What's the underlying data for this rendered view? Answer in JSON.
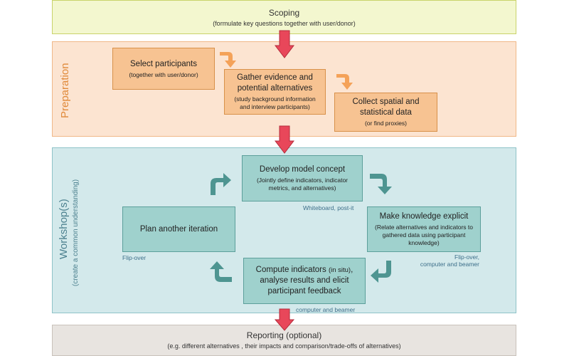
{
  "colors": {
    "scoping_fill": "#f3f7cf",
    "scoping_border": "#c9d36a",
    "preparation_fill": "#fce4d1",
    "preparation_border": "#f0b888",
    "preparation_text": "#e08a3a",
    "workshop_fill": "#d3e9eb",
    "workshop_border": "#8fc3c8",
    "workshop_text": "#4e8290",
    "reporting_fill": "#e8e4e0",
    "reporting_border": "#c9c2bb",
    "red_arrow": "#e8475a",
    "orange_arrow": "#f4a259",
    "teal_arrow": "#4e9591"
  },
  "scoping": {
    "title": "Scoping",
    "subtitle": "(formulate key questions together with user/donor)"
  },
  "preparation": {
    "label": "Preparation",
    "steps": [
      {
        "title": "Select participants",
        "subtitle": "(together with user/donor)"
      },
      {
        "title": "Gather evidence and\npotential alternatives",
        "subtitle": "(study background information\nand interview participants)"
      },
      {
        "title": "Collect spatial and\nstatistical data",
        "subtitle": "(or find proxies)"
      }
    ]
  },
  "workshop": {
    "label": "Workshop(s)",
    "sublabel": "(create a common understanding)",
    "steps": {
      "develop": {
        "title": "Develop model concept",
        "subtitle": "(Jointly define indicators, indicator\nmetrics, and  alternatives)",
        "note": "Whiteboard, post-it"
      },
      "knowledge": {
        "title": "Make knowledge explicit",
        "subtitle": "(Relate alternatives and indicators to\ngathered data using participant\nknowledge)",
        "note": "Flip-over,\ncomputer and beamer"
      },
      "compute": {
        "title_part1": "Compute indicators ",
        "title_insitu": "(in situ)",
        "title_part2": ",\nanalyse results and elicit\nparticipant feedback",
        "note": "computer and beamer"
      },
      "plan": {
        "title": "Plan another iteration",
        "note": "Flip-over"
      }
    }
  },
  "reporting": {
    "title": "Reporting (optional)",
    "subtitle": "(e.g. different alternatives , their impacts and comparison/trade-offs  of alternatives)"
  }
}
